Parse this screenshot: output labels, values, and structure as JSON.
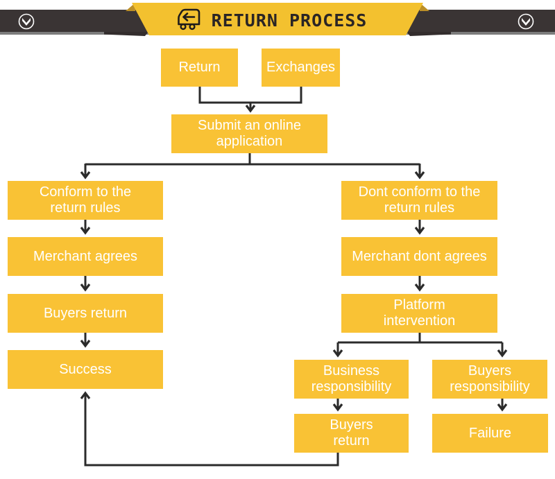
{
  "header": {
    "title": "RETURN PROCESS",
    "icons": {
      "center": "return-truck-icon",
      "left": "chevron-down-circle-icon",
      "right": "chevron-down-circle-icon"
    },
    "colors": {
      "bar": "#3A3434",
      "ribbon": "#F3C12F",
      "ribbon_fold": "#BC8F28",
      "underline_strip": "#7D7D7D",
      "title_text": "#2A2525"
    }
  },
  "flow": {
    "colors": {
      "box": "#F9C235",
      "box_text": "#FFFFFF",
      "connector": "#2B2B2B"
    },
    "nodes": {
      "return": "Return",
      "exchanges": "Exchanges",
      "submit": "Submit an online\napplication",
      "conform": "Conform to the\nreturn rules",
      "dont_conform": "Dont conform to the\nreturn rules",
      "merchant_agrees": "Merchant agrees",
      "merchant_dont_agrees": "Merchant dont agrees",
      "buyers_return": "Buyers return",
      "platform_intervention": "Platform\nintervention",
      "success": "Success",
      "business_responsibility": "Business\nresponsibility",
      "buyers_responsibility": "Buyers\nresponsibility",
      "buyers_return_2": "Buyers\nreturn",
      "failure": "Failure"
    }
  }
}
